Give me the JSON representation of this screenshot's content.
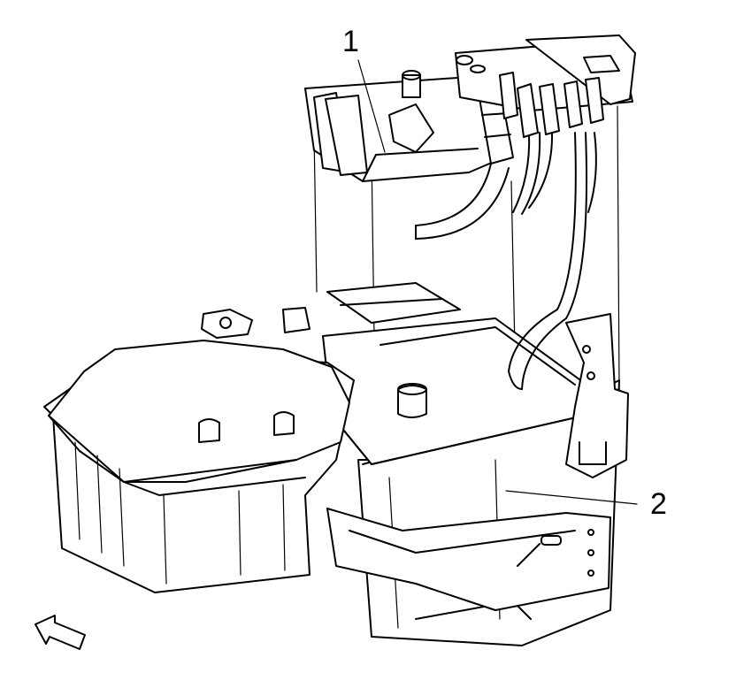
{
  "callouts": [
    {
      "id": "1",
      "label": "1"
    },
    {
      "id": "2",
      "label": "2"
    }
  ],
  "icons": {
    "view_direction": "arrow-icon"
  }
}
